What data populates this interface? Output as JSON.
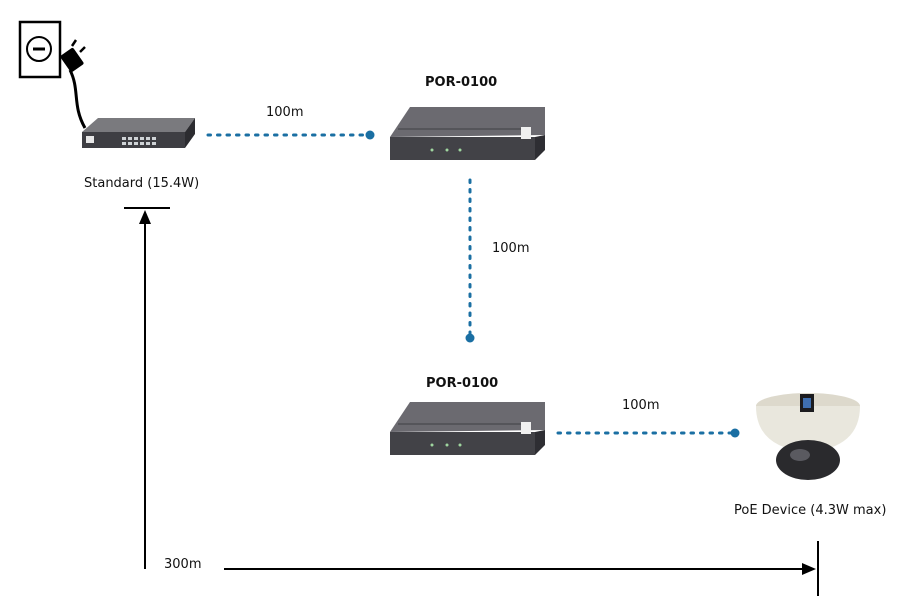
{
  "labels": {
    "switch": "Standard (15.4W)",
    "repeater_top": "POR-0100",
    "repeater_bottom": "POR-0100",
    "camera": "PoE Device (4.3W max)"
  },
  "distances": {
    "switch_to_repeater": "100m",
    "repeater_to_repeater": "100m",
    "repeater_to_device": "100m",
    "total": "300m"
  },
  "colors": {
    "link": "#1a6fa3",
    "arrow": "#000000",
    "device_body": "#5a5a5e",
    "device_front": "#3f3f44",
    "camera_body": "#e6e4da"
  },
  "icons": {
    "outlet": "wall-outlet-icon",
    "plug": "power-plug-icon",
    "switch": "network-switch-icon",
    "repeater": "poe-repeater-icon",
    "camera": "dome-camera-icon"
  }
}
